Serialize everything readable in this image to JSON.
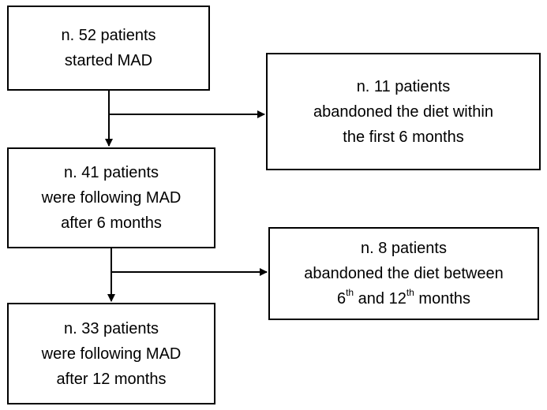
{
  "boxes": {
    "start": {
      "line1": "n. 52 patients",
      "line2": "started MAD"
    },
    "drop1": {
      "line1": "n. 11 patients",
      "line2": "abandoned the diet within",
      "line3": "the first 6 months"
    },
    "mid": {
      "line1": "n. 41 patients",
      "line2": "were following MAD",
      "line3": "after 6 months"
    },
    "drop2": {
      "line1": "n. 8 patients",
      "line2": "abandoned the diet between",
      "line3_num1": "6",
      "line3_sup1": "th",
      "line3_and": " and 12",
      "line3_sup2": "th",
      "line3_end": " months"
    },
    "end": {
      "line1": "n. 33 patients",
      "line2": "were following MAD",
      "line3": "after 12 months"
    }
  },
  "colors": {
    "stroke": "#000000",
    "background": "#ffffff"
  }
}
